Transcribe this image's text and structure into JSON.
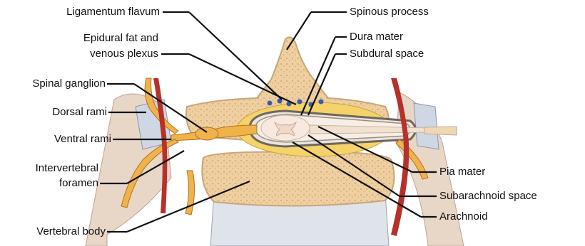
{
  "labels": {
    "ligamentum_flavum": "Ligamentum flavum",
    "epidural_fat_line1": "Epidural fat and",
    "epidural_fat_line2": "venous plexus",
    "spinal_ganglion": "Spinal ganglion",
    "dorsal_rami": "Dorsal rami",
    "ventral_rami": "Ventral rami",
    "intervertebral_line1": "Intervertebral",
    "intervertebral_line2": "foramen",
    "vertebral_body": "Vertebral body",
    "spinous_process": "Spinous process",
    "dura_mater": "Dura mater",
    "subdural_space": "Subdural space",
    "pia_mater": "Pia mater",
    "subarachnoid_space": "Subarachnoid space",
    "arachnoid": "Arachnoid"
  },
  "colors": {
    "bone": "#f1d3a8",
    "bone_edge": "#c9a57a",
    "disc": "#dfe3ea",
    "disc_edge": "#9aa3b5",
    "nerve": "#f0b24a",
    "nerve_edge": "#b37422",
    "artery": "#b6312a",
    "fat": "#f3d36a",
    "vein_blue": "#3b5aa8",
    "dura": "#9a8d82",
    "cord": "#f7e9df",
    "leader": "#111111"
  }
}
